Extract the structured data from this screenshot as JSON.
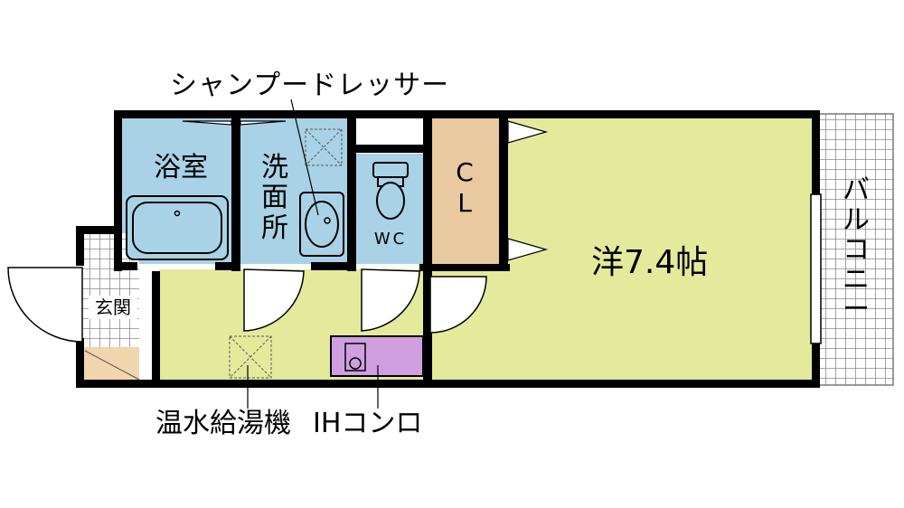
{
  "labels": {
    "shampoo_dresser": "シャンプードレッサー",
    "bathroom": "浴室",
    "washroom": [
      "洗",
      "面",
      "所"
    ],
    "toilet": "WC",
    "closet": [
      "C",
      "L"
    ],
    "western_room": "洋7.4帖",
    "balcony": [
      "バ",
      "ル",
      "コ",
      "ニ",
      "ー"
    ],
    "entrance": "玄関",
    "water_heater": "温水給湯機",
    "ih_stove": "IHコンロ"
  },
  "colors": {
    "wall": "#000000",
    "wet_area": "#a9d2e6",
    "room_floor": "#e3ea9c",
    "closet": "#e8c9a0",
    "stove": "#cf9fe0",
    "balcony_grid": "#8a8a8a",
    "entrance_floor": "#f0d5ad"
  }
}
